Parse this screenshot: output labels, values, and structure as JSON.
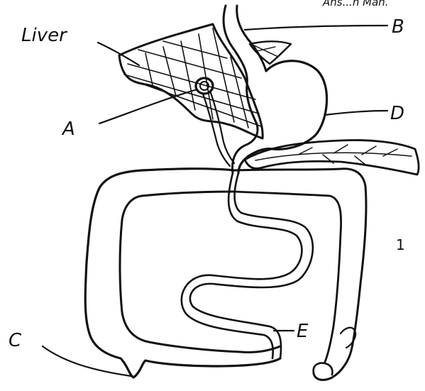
{
  "diagram": {
    "header_fragment": "Ans...n Man.",
    "labels": {
      "liver": "Liver",
      "a": "A",
      "b": "B",
      "c": "C",
      "d": "D",
      "e": "E",
      "number": "1"
    },
    "ink_color": "#111111",
    "paper_color": "#ffffff"
  }
}
